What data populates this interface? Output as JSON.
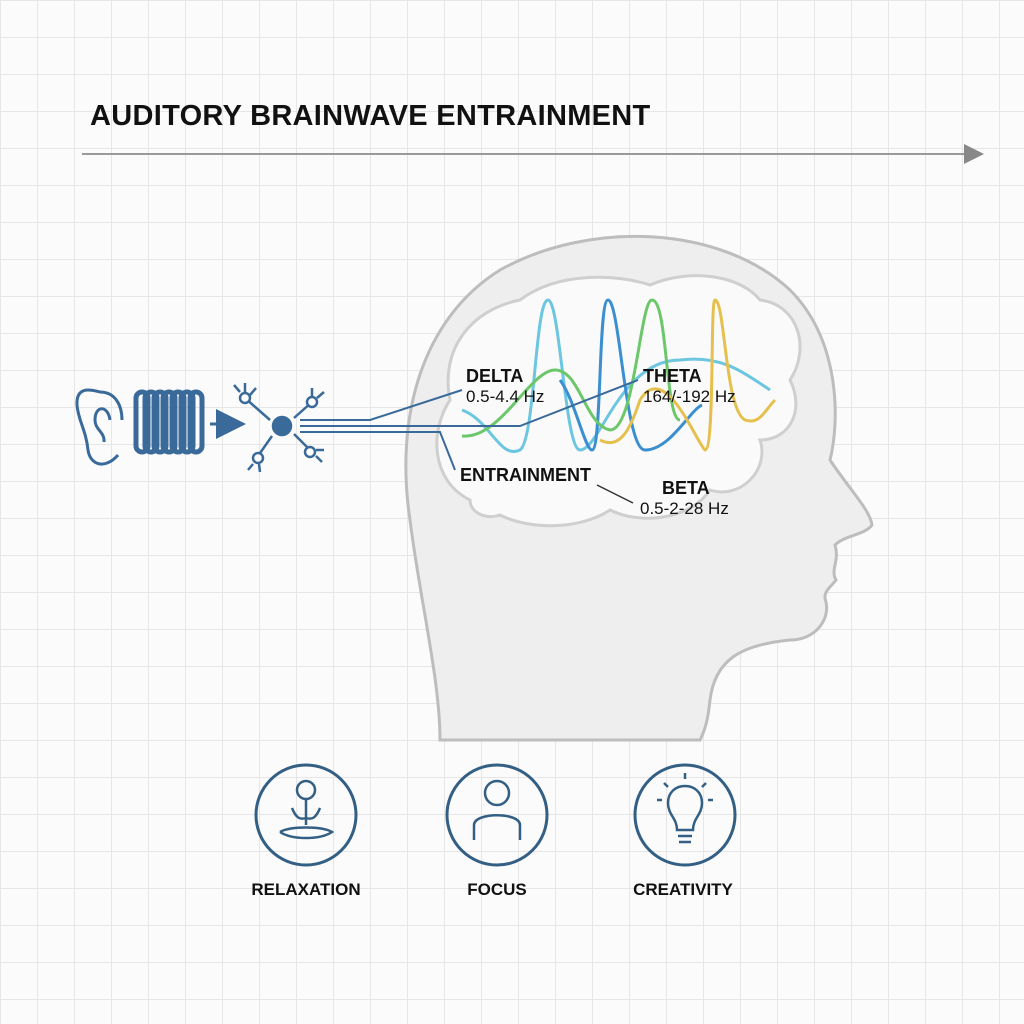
{
  "title": "AUDITORY BRAINWAVE ENTRAINMENT",
  "labels": {
    "delta": {
      "name": "DELTA",
      "range": "0.5-4.4 Hz"
    },
    "theta": {
      "name": "THETA",
      "range": "164/-192 Hz"
    },
    "entrainment": "ENTRAINMENT",
    "beta": {
      "name": "BETA",
      "range": "0.5-2-28 Hz"
    }
  },
  "outcomes": [
    {
      "label": "RELAXATION",
      "icon": "meditation-icon"
    },
    {
      "label": "FOCUS",
      "icon": "person-icon"
    },
    {
      "label": "CREATIVITY",
      "icon": "lightbulb-icon"
    }
  ],
  "colors": {
    "accent": "#3a6a9a",
    "wave1": "#6cc6e0",
    "wave2": "#3b8fd0",
    "wave3": "#6cc76a",
    "wave4": "#e6c04e"
  }
}
